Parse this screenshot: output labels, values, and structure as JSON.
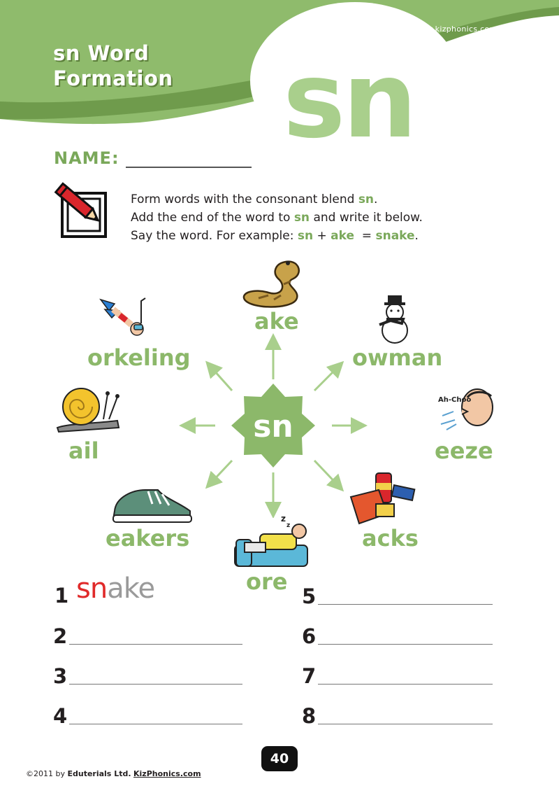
{
  "header": {
    "site_url": "www.kizphonics.com",
    "title_line1": "sn Word",
    "title_line2": "Formation",
    "blend": "sn"
  },
  "name_label": "NAME:",
  "instructions": {
    "line1_pre": "Form words with the consonant blend ",
    "line1_blend": "sn",
    "line1_post": ".",
    "line2_pre": "Add the end of the word to ",
    "line2_blend": "sn",
    "line2_post": " and write it below.",
    "line3_pre": "Say the word. For example: ",
    "line3_blend": "sn",
    "line3_plus": " + ",
    "line3_end": "ake",
    "line3_eq": "  = ",
    "line3_word": "snake",
    "line3_post": "."
  },
  "wheel": {
    "center": "sn",
    "endings": [
      "ake",
      "owman",
      "eeze",
      "acks",
      "ore",
      "eakers",
      "ail",
      "orkeling"
    ]
  },
  "pictures": [
    "snake",
    "snowman",
    "sneeze",
    "snacks",
    "snore",
    "sneakers",
    "snail",
    "snorkeling"
  ],
  "sneeze_bubble": "Ah-Choo",
  "answers": {
    "numbers": [
      "1",
      "2",
      "3",
      "4",
      "5",
      "6",
      "7",
      "8"
    ],
    "example_blend": "sn",
    "example_end": "ake"
  },
  "colors": {
    "accent_green": "#8cb86a",
    "light_green": "#a9cf8c",
    "header_green": "#8fbb6c"
  },
  "page_number": "40",
  "footer": {
    "prefix": "©2011 by ",
    "company": "Eduterials Ltd.",
    "site": "KizPhonics.com"
  }
}
